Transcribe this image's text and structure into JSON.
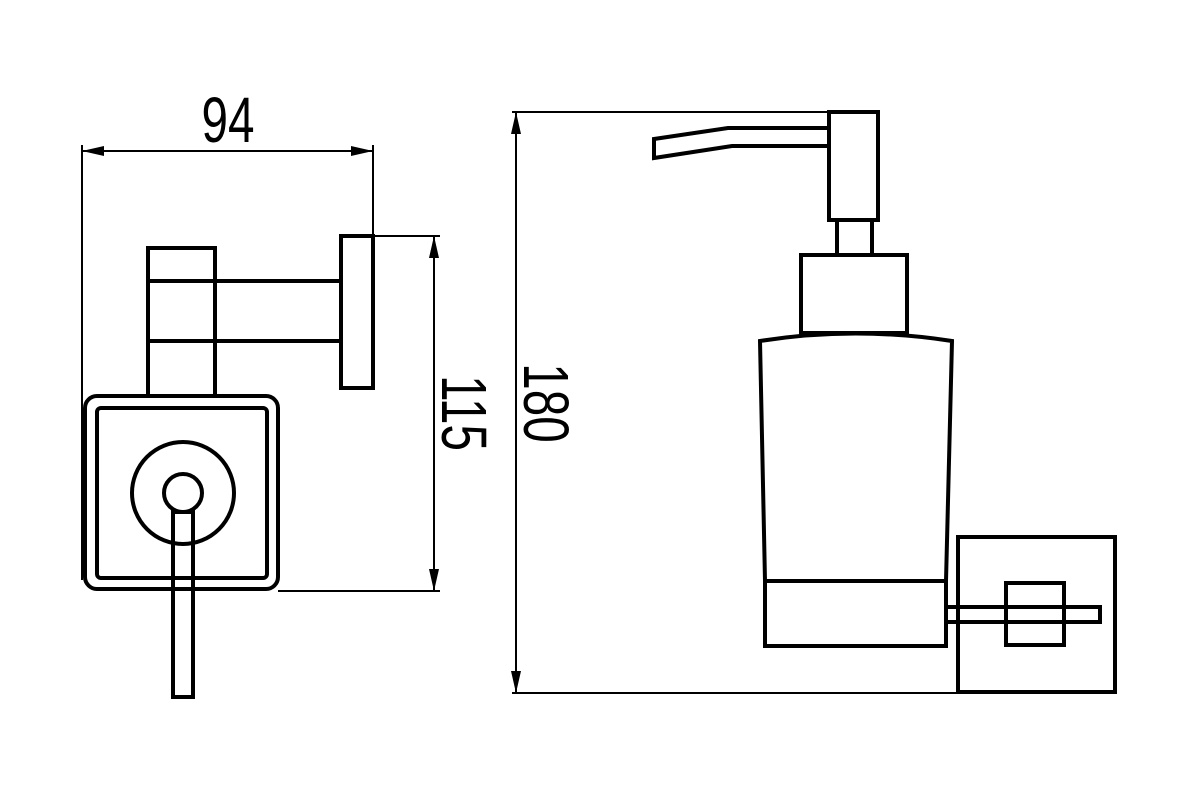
{
  "dimensions": {
    "width": "94",
    "depth": "115",
    "height": "180"
  }
}
